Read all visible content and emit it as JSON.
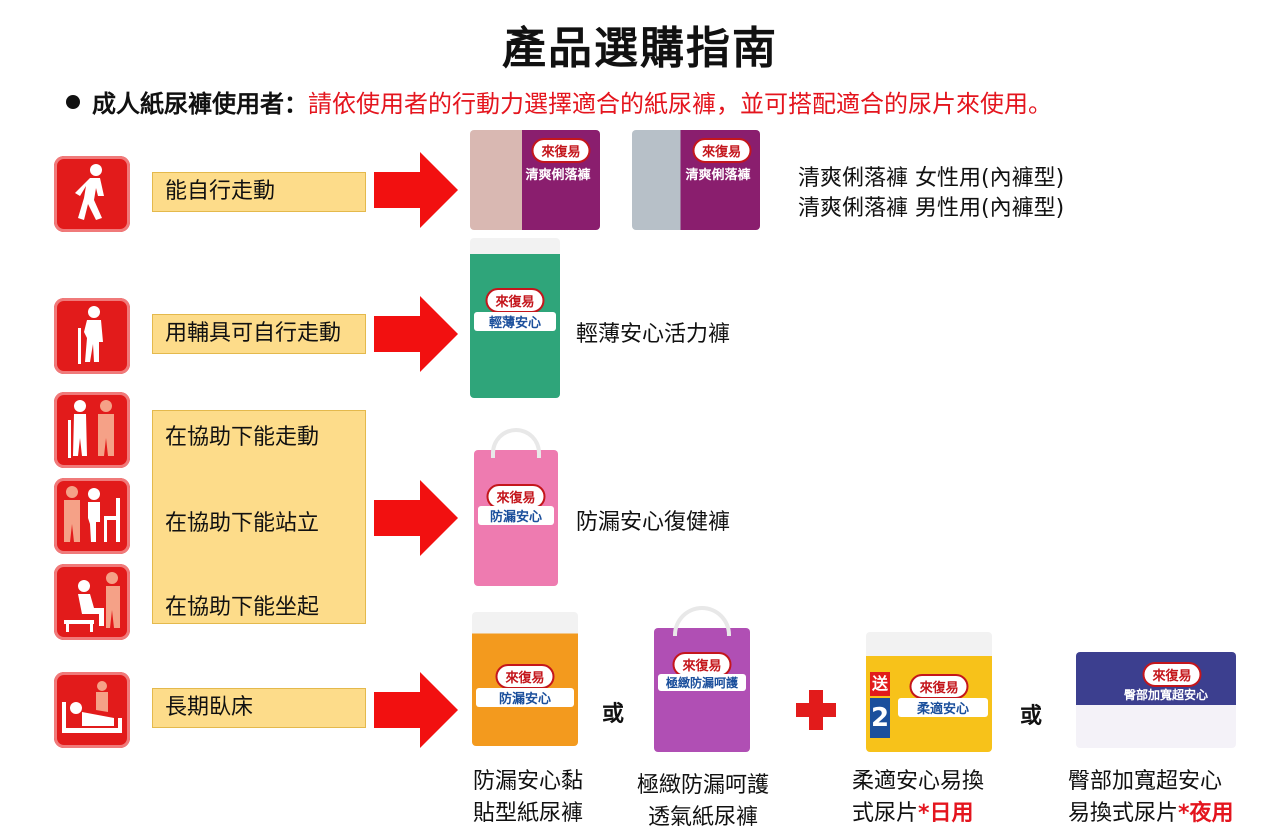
{
  "page": {
    "title": "產品選購指南",
    "intro_lead": "成人紙尿褲使用者：",
    "intro_text": "請依使用者的行動力選擇適合的紙尿褲，並可搭配適合的尿片來使用。"
  },
  "mobility": {
    "walk_alone": "能自行走動",
    "walk_with_aid": "用輔具可自行走動",
    "assisted_walk": "在協助下能走動",
    "assisted_stand": "在協助下能站立",
    "assisted_sit": "在協助下能坐起",
    "bedridden": "長期臥床"
  },
  "products": {
    "row1_line1": "清爽俐落褲 女性用(內褲型)",
    "row1_line2": "清爽俐落褲 男性用(內褲型)",
    "row2": "輕薄安心活力褲",
    "row3": "防漏安心復健褲",
    "or": "或",
    "tape_line1": "防漏安心黏",
    "tape_line2": "貼型紙尿褲",
    "breathable_line1": "極緻防漏呵護",
    "breathable_line2": "透氣紙尿褲",
    "day_line1": "柔適安心易換",
    "day_line2_a": "式尿片",
    "day_line2_b": "*日用",
    "night_line1": "臀部加寬超安心",
    "night_line2_a": "易換式尿片",
    "night_line2_b": "*夜用"
  },
  "packs": {
    "brand": "來復易",
    "clean_pants": "清爽俐落褲",
    "thin_pants": "輕薄安心",
    "rehab_pants": "防漏安心",
    "tape_pants": "防漏安心",
    "breathable": "極緻防漏呵護",
    "day_pad": "柔適安心",
    "night_pad": "臀部加寬超安心",
    "gift": "送",
    "gift_count": "2"
  },
  "colors": {
    "accent_red": "#e4151e",
    "label_fill": "#fddc8a",
    "purple_pack": "#8a1e6e",
    "green_pack": "#2fa57a",
    "pink_pack": "#ee7bb0",
    "orange_pack": "#f39a1e",
    "violet_pack": "#b04fb4",
    "yellow_pack": "#f7c21a",
    "navy_pack": "#3c3f8f"
  }
}
